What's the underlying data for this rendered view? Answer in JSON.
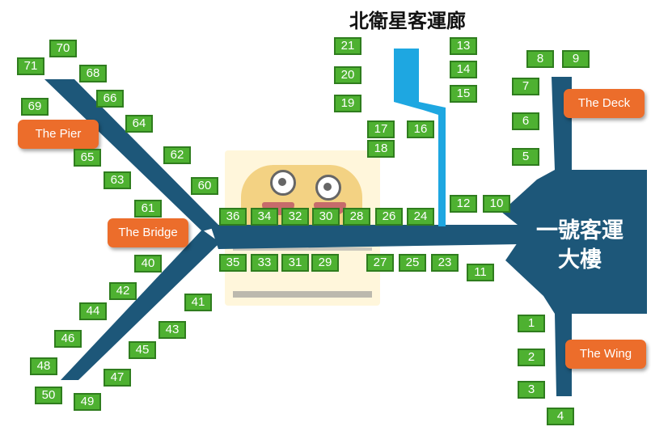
{
  "title": "北衛星客運廊",
  "terminal_label_line1": "一號客運",
  "terminal_label_line2": "大樓",
  "piers": [
    "The Pier",
    "The Bridge",
    "The Deck",
    "The Wing"
  ],
  "gates": [
    "1",
    "2",
    "3",
    "4",
    "5",
    "6",
    "7",
    "8",
    "9",
    "10",
    "11",
    "12",
    "13",
    "14",
    "15",
    "16",
    "17",
    "18",
    "19",
    "20",
    "21",
    "23",
    "24",
    "25",
    "26",
    "27",
    "28",
    "29",
    "30",
    "31",
    "32",
    "33",
    "34",
    "35",
    "36",
    "40",
    "41",
    "42",
    "43",
    "44",
    "45",
    "46",
    "47",
    "48",
    "49",
    "50",
    "60",
    "61",
    "62",
    "63",
    "64",
    "65",
    "66",
    "68",
    "69",
    "70",
    "71"
  ],
  "colors": {
    "concourse": "#1d5779",
    "concourse_stroke": "#0e3a55",
    "satellite": "#1ea7e1",
    "gate": "#4eb131",
    "pier_label": "#ec6d2b"
  }
}
